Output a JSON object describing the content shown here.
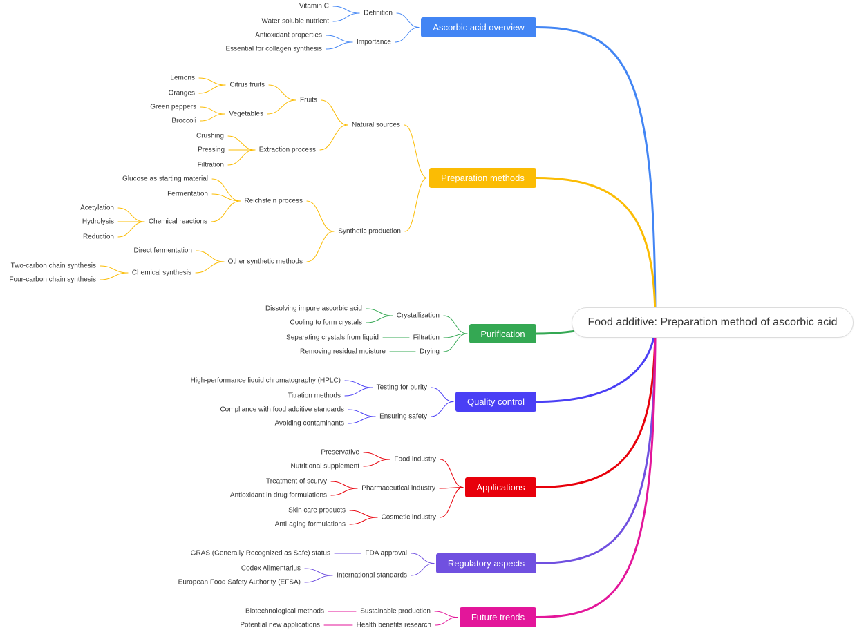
{
  "root": {
    "label": "Food additive: Preparation method of ascorbic acid"
  },
  "branches": [
    {
      "label": "Ascorbic acid overview",
      "color": "#4285f4",
      "children": [
        {
          "label": "Definition",
          "children": [
            {
              "label": "Vitamin C"
            },
            {
              "label": "Water-soluble nutrient"
            }
          ]
        },
        {
          "label": "Importance",
          "children": [
            {
              "label": "Antioxidant properties"
            },
            {
              "label": "Essential for collagen synthesis"
            }
          ]
        }
      ]
    },
    {
      "label": "Preparation methods",
      "color": "#fbbc04",
      "children": [
        {
          "label": "Natural sources",
          "children": [
            {
              "label": "Fruits",
              "children": [
                {
                  "label": "Citrus fruits",
                  "children": [
                    {
                      "label": "Lemons"
                    },
                    {
                      "label": "Oranges"
                    }
                  ]
                },
                {
                  "label": "Vegetables",
                  "children": [
                    {
                      "label": "Green peppers"
                    },
                    {
                      "label": "Broccoli"
                    }
                  ]
                }
              ]
            },
            {
              "label": "Extraction process",
              "children": [
                {
                  "label": "Crushing"
                },
                {
                  "label": "Pressing"
                },
                {
                  "label": "Filtration"
                }
              ]
            }
          ]
        },
        {
          "label": "Synthetic production",
          "children": [
            {
              "label": "Reichstein process",
              "children": [
                {
                  "label": "Glucose as starting material"
                },
                {
                  "label": "Fermentation"
                },
                {
                  "label": "Chemical reactions",
                  "children": [
                    {
                      "label": "Acetylation"
                    },
                    {
                      "label": "Hydrolysis"
                    },
                    {
                      "label": "Reduction"
                    }
                  ]
                }
              ]
            },
            {
              "label": "Other synthetic methods",
              "children": [
                {
                  "label": "Direct fermentation"
                },
                {
                  "label": "Chemical synthesis",
                  "children": [
                    {
                      "label": "Two-carbon chain synthesis"
                    },
                    {
                      "label": "Four-carbon chain synthesis"
                    }
                  ]
                }
              ]
            }
          ]
        }
      ]
    },
    {
      "label": "Purification",
      "color": "#34a853",
      "children": [
        {
          "label": "Crystallization",
          "children": [
            {
              "label": "Dissolving impure ascorbic acid"
            },
            {
              "label": "Cooling to form crystals"
            }
          ]
        },
        {
          "label": "Filtration",
          "children": [
            {
              "label": "Separating crystals from liquid"
            }
          ]
        },
        {
          "label": "Drying",
          "children": [
            {
              "label": "Removing residual moisture"
            }
          ]
        }
      ]
    },
    {
      "label": "Quality control",
      "color": "#4a3ff5",
      "children": [
        {
          "label": "Testing for purity",
          "children": [
            {
              "label": "High-performance liquid chromatography (HPLC)"
            },
            {
              "label": "Titration methods"
            }
          ]
        },
        {
          "label": "Ensuring safety",
          "children": [
            {
              "label": "Compliance with food additive standards"
            },
            {
              "label": "Avoiding contaminants"
            }
          ]
        }
      ]
    },
    {
      "label": "Applications",
      "color": "#e8000b",
      "children": [
        {
          "label": "Food industry",
          "children": [
            {
              "label": "Preservative"
            },
            {
              "label": "Nutritional supplement"
            }
          ]
        },
        {
          "label": "Pharmaceutical industry",
          "children": [
            {
              "label": "Treatment of scurvy"
            },
            {
              "label": "Antioxidant in drug formulations"
            }
          ]
        },
        {
          "label": "Cosmetic industry",
          "children": [
            {
              "label": "Skin care products"
            },
            {
              "label": "Anti-aging formulations"
            }
          ]
        }
      ]
    },
    {
      "label": "Regulatory aspects",
      "color": "#7050e0",
      "children": [
        {
          "label": "FDA approval",
          "children": [
            {
              "label": "GRAS (Generally Recognized as Safe) status"
            }
          ]
        },
        {
          "label": "International standards",
          "children": [
            {
              "label": "Codex Alimentarius"
            },
            {
              "label": "European Food Safety Authority (EFSA)"
            }
          ]
        }
      ]
    },
    {
      "label": "Future trends",
      "color": "#e3169a",
      "children": [
        {
          "label": "Sustainable production",
          "children": [
            {
              "label": "Biotechnological methods"
            }
          ]
        },
        {
          "label": "Health benefits research",
          "children": [
            {
              "label": "Potential new applications"
            }
          ]
        }
      ]
    }
  ]
}
